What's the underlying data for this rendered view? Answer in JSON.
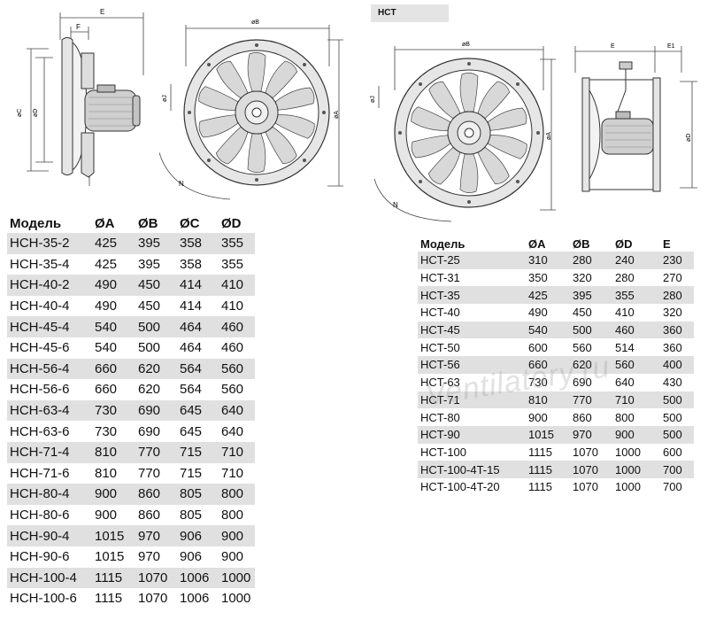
{
  "left": {
    "drawing_labels": {
      "e": "E",
      "f": "F",
      "c": "øC",
      "d": "øD",
      "b": "øB",
      "a": "øA",
      "h": "øJ",
      "n": "N"
    },
    "headers": [
      "Модель",
      "ØA",
      "ØB",
      "ØC",
      "ØD"
    ],
    "rows": [
      [
        "HCH-35-2",
        "425",
        "395",
        "358",
        "355"
      ],
      [
        "HCH-35-4",
        "425",
        "395",
        "358",
        "355"
      ],
      [
        "HCH-40-2",
        "490",
        "450",
        "414",
        "410"
      ],
      [
        "HCH-40-4",
        "490",
        "450",
        "414",
        "410"
      ],
      [
        "HCH-45-4",
        "540",
        "500",
        "464",
        "460"
      ],
      [
        "HCH-45-6",
        "540",
        "500",
        "464",
        "460"
      ],
      [
        "HCH-56-4",
        "660",
        "620",
        "564",
        "560"
      ],
      [
        "HCH-56-6",
        "660",
        "620",
        "564",
        "560"
      ],
      [
        "HCH-63-4",
        "730",
        "690",
        "645",
        "640"
      ],
      [
        "HCH-63-6",
        "730",
        "690",
        "645",
        "640"
      ],
      [
        "HCH-71-4",
        "810",
        "770",
        "715",
        "710"
      ],
      [
        "HCH-71-6",
        "810",
        "770",
        "715",
        "710"
      ],
      [
        "HCH-80-4",
        "900",
        "860",
        "805",
        "800"
      ],
      [
        "HCH-80-6",
        "900",
        "860",
        "805",
        "800"
      ],
      [
        "HCH-90-4",
        "1015",
        "970",
        "906",
        "900"
      ],
      [
        "HCH-90-6",
        "1015",
        "970",
        "906",
        "900"
      ],
      [
        "HCH-100-4",
        "1115",
        "1070",
        "1006",
        "1000"
      ],
      [
        "HCH-100-6",
        "1115",
        "1070",
        "1006",
        "1000"
      ]
    ]
  },
  "right": {
    "tag": "HCT",
    "drawing_labels": {
      "b": "øB",
      "a": "øA",
      "e": "E",
      "e1": "E1",
      "d": "øD",
      "h": "øJ",
      "n": "N"
    },
    "headers": [
      "Модель",
      "ØA",
      "ØB",
      "ØD",
      "E"
    ],
    "rows": [
      [
        "HCT-25",
        "310",
        "280",
        "240",
        "230"
      ],
      [
        "HCT-31",
        "350",
        "320",
        "280",
        "270"
      ],
      [
        "HCT-35",
        "425",
        "395",
        "355",
        "280"
      ],
      [
        "HCT-40",
        "490",
        "450",
        "410",
        "320"
      ],
      [
        "HCT-45",
        "540",
        "500",
        "460",
        "360"
      ],
      [
        "HCT-50",
        "600",
        "560",
        "514",
        "360"
      ],
      [
        "HCT-56",
        "660",
        "620",
        "560",
        "400"
      ],
      [
        "HCT-63",
        "730",
        "690",
        "640",
        "430"
      ],
      [
        "HCT-71",
        "810",
        "770",
        "710",
        "500"
      ],
      [
        "HCT-80",
        "900",
        "860",
        "800",
        "500"
      ],
      [
        "HCT-90",
        "1015",
        "970",
        "900",
        "500"
      ],
      [
        "HCT-100",
        "1115",
        "1070",
        "1000",
        "600"
      ],
      [
        "HCT-100-4T-15",
        "1115",
        "1070",
        "1000",
        "700"
      ],
      [
        "HCT-100-4T-20",
        "1115",
        "1070",
        "1000",
        "700"
      ]
    ]
  },
  "watermark": "Ventilatory.ru"
}
